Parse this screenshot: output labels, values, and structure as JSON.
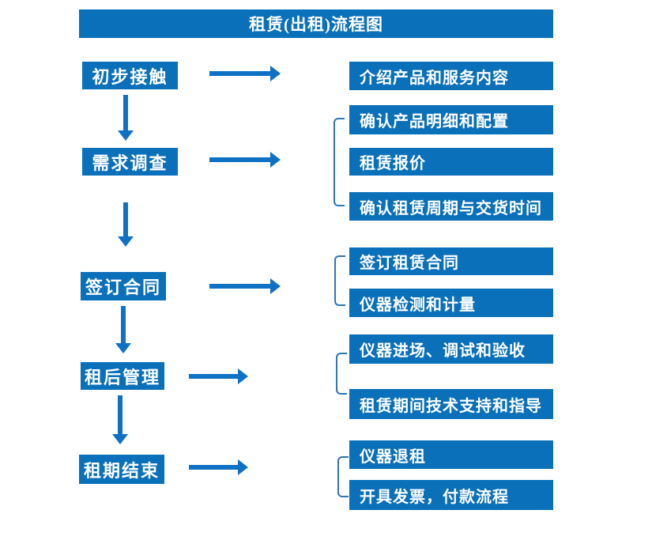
{
  "title": "租赁(出租)流程图",
  "colors": {
    "box": "#0a70ba",
    "arrow": "#0e71c4",
    "bracket": "#2e74b5",
    "text": "#ffffff",
    "background": "#ffffff"
  },
  "steps": [
    {
      "label": "初步接触",
      "outputs": [
        "介绍产品和服务内容"
      ]
    },
    {
      "label": "需求调查",
      "outputs": [
        "确认产品明细和配置",
        "租赁报价",
        "确认租赁周期与交货时间"
      ]
    },
    {
      "label": "签订合同",
      "outputs": [
        "签订租赁合同",
        "仪器检测和计量"
      ]
    },
    {
      "label": "租后管理",
      "outputs": [
        "仪器进场、调试和验收",
        "租赁期间技术支持和指导"
      ]
    },
    {
      "label": "租期结束",
      "outputs": [
        "仪器退租",
        "开具发票，付款流程"
      ]
    }
  ]
}
